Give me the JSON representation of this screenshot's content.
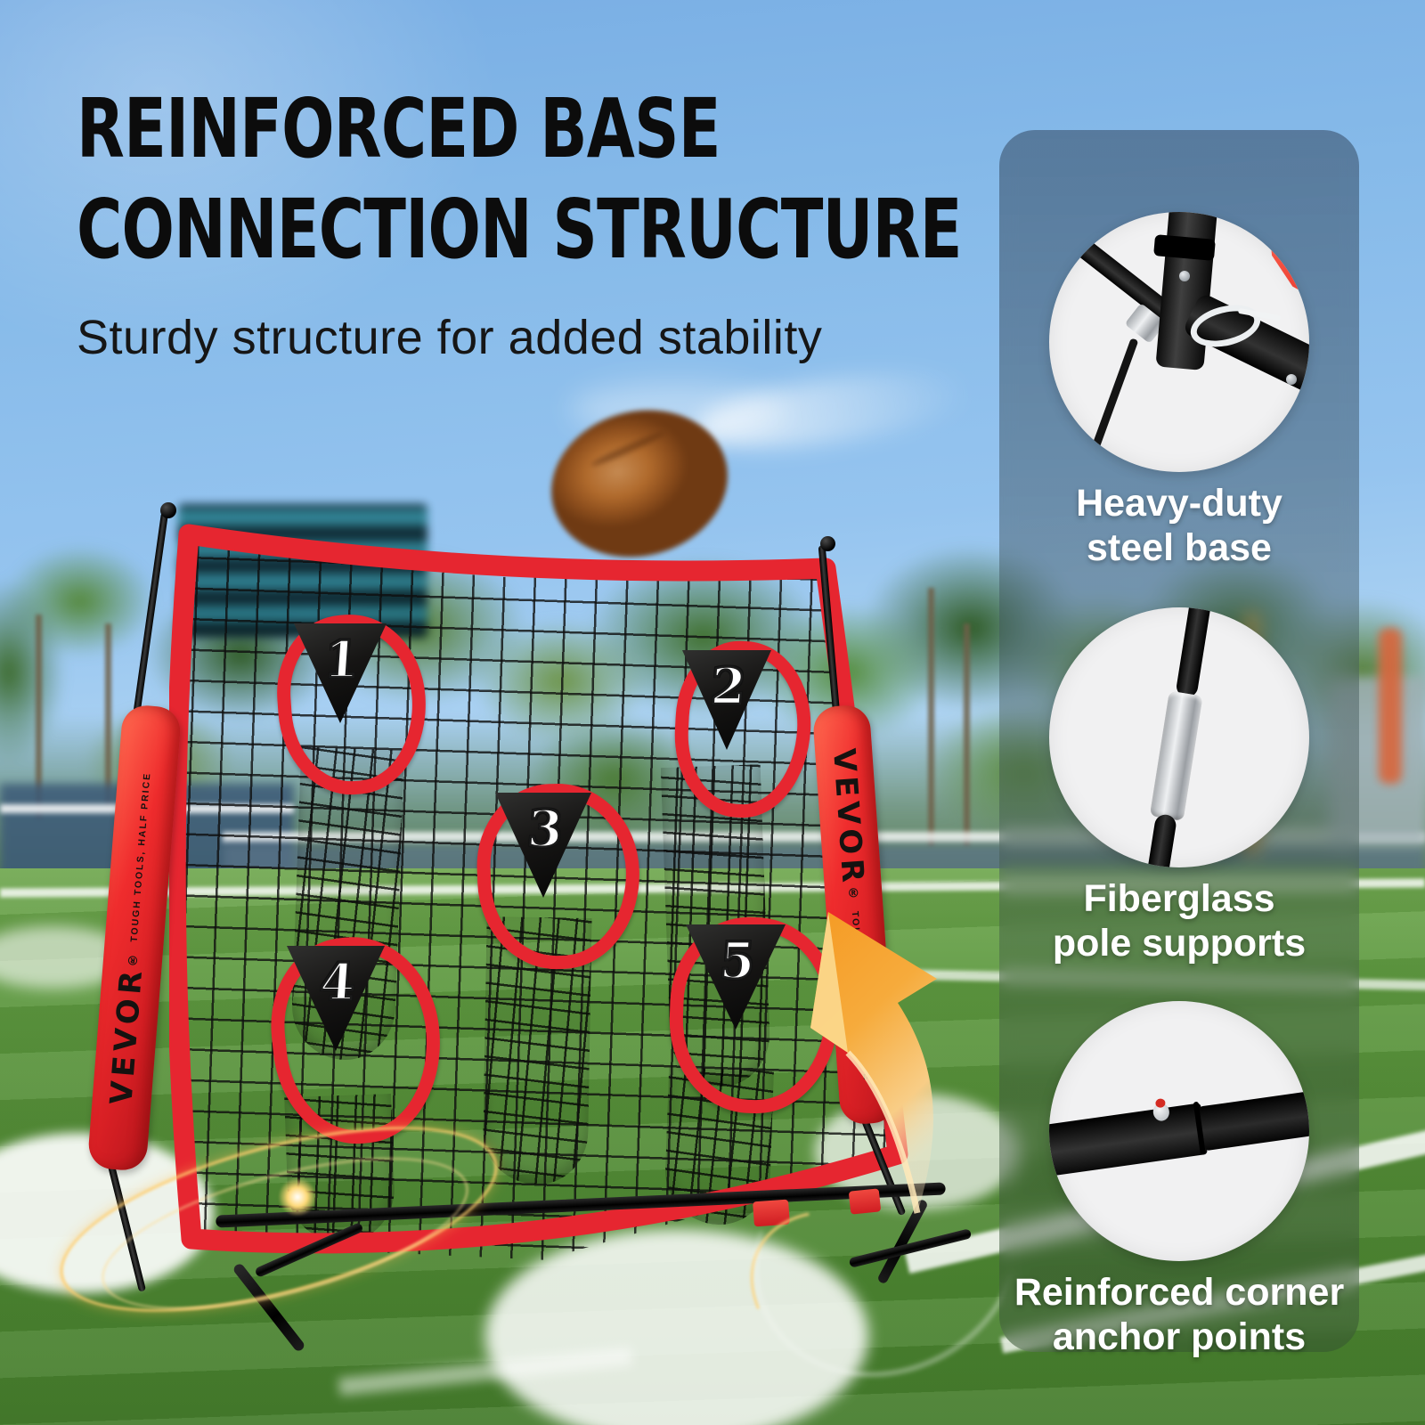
{
  "header": {
    "title_line1": "REINFORCED BASE",
    "title_line2": "CONNECTION STRUCTURE",
    "subtitle": "Sturdy structure for added stability"
  },
  "product": {
    "brand": "VEVOR",
    "registered_mark": "®",
    "tagline": "TOUGH TOOLS, HALF PRICE"
  },
  "net": {
    "pockets": [
      {
        "number": "1"
      },
      {
        "number": "2"
      },
      {
        "number": "3"
      },
      {
        "number": "4"
      },
      {
        "number": "5"
      }
    ]
  },
  "features": [
    {
      "id": "steel-base",
      "label_line1": "Heavy-duty",
      "label_line2": "steel base"
    },
    {
      "id": "fiberglass-pole",
      "label_line1": "Fiberglass",
      "label_line2": "pole supports"
    },
    {
      "id": "corner-anchor",
      "label_line1": "Reinforced corner",
      "label_line2": "anchor points"
    }
  ],
  "colors": {
    "net_red": "#e62630",
    "arrow_orange_light": "#fcd27d",
    "arrow_orange_dark": "#ee8012",
    "headline_text": "#0c0c0c",
    "panel_label_text": "#ffffff"
  }
}
